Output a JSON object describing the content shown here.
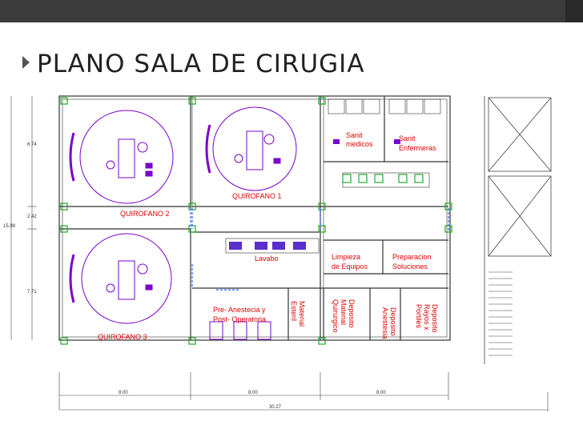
{
  "title": "PLANO SALA DE CIRUGIA",
  "rooms": {
    "quirofano1": "QUIROFANO 1",
    "quirofano2": "QUIROFANO 2",
    "quirofano3": "QUIROFANO 3",
    "lavabo": "Lavabo",
    "sanit_medicos_1": "Sanit",
    "sanit_medicos_2": "medicos",
    "sanit_enf_1": "Sanit",
    "sanit_enf_2": "Enfermeras",
    "limpieza_1": "Limpieza",
    "limpieza_2": "de Equipos",
    "preparacion_1": "Preparacion",
    "preparacion_2": "Soluciones",
    "preanest_1": "Pre- Anestecia y",
    "preanest_2": "Post- Operatoria",
    "material_esteril_1": "Material",
    "material_esteril_2": "Esteril",
    "dep_quir_1": "Deposito",
    "dep_quir_2": "Material",
    "dep_quir_3": "Quirurgico",
    "dep_anest_1": "Deposito",
    "dep_anest_2": "Anestesia",
    "dep_rayos_1": "Deposito",
    "dep_rayos_2": "Rayos x",
    "dep_rayos_3": "Portiles"
  },
  "dimensions": {
    "left_1": "6.74",
    "left_2": "2.42",
    "left_3": "7.71",
    "left_total": "15.99",
    "bottom_1": "8.00",
    "bottom_2": "8.00",
    "bottom_3": "8.00",
    "bottom_total": "30.27"
  },
  "colors": {
    "room_labels": "#e00000",
    "equipment": "#7a00cc",
    "markers": "#22aa22",
    "doors": "#4a78ff",
    "walls": "#333333"
  }
}
